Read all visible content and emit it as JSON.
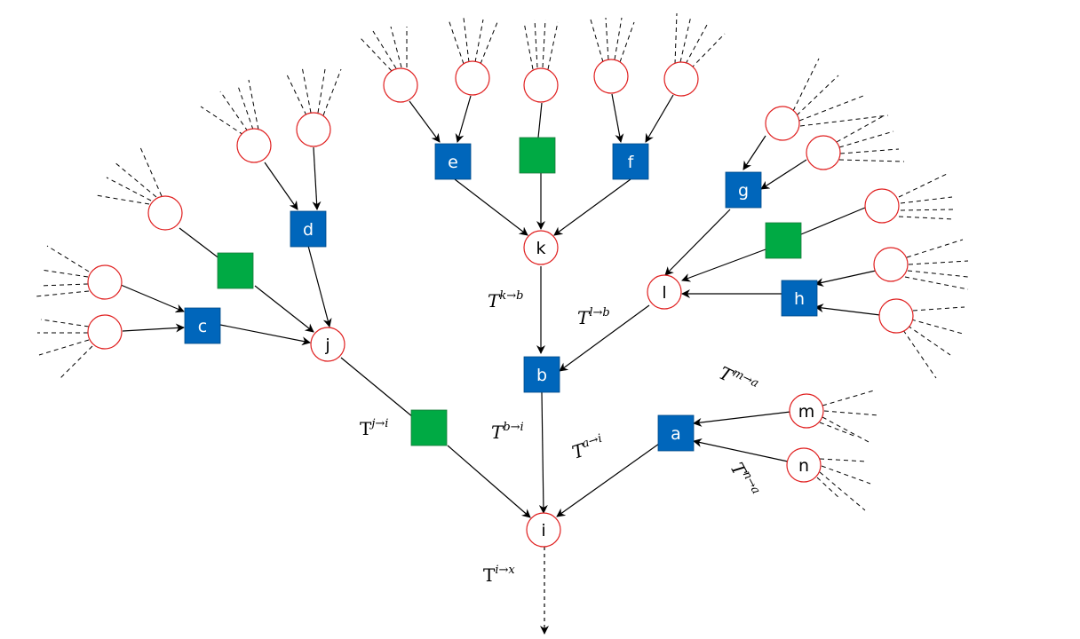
{
  "colors": {
    "circle_stroke": "#e02020",
    "factor_blue": "#0066bb",
    "factor_green": "#00aa44",
    "edge": "#000000"
  },
  "nodes": {
    "i": "i",
    "j": "j",
    "k": "k",
    "l": "l",
    "m": "m",
    "n": "n"
  },
  "factors": {
    "a": "a",
    "b": "b",
    "c": "c",
    "d": "d",
    "e": "e",
    "f": "f",
    "g": "g",
    "h": "h"
  },
  "edge_labels": {
    "k_b": {
      "base": "T",
      "sup": "k→b"
    },
    "l_b": {
      "base": "T",
      "sup": "l→b"
    },
    "b_i": {
      "base": "T",
      "sup": "b→i"
    },
    "j_i": {
      "base": "T",
      "sup": "j→i"
    },
    "a_i": {
      "base": "T",
      "sup": "a→i"
    },
    "m_a": {
      "base": "T",
      "sup": "m→a"
    },
    "n_a": {
      "base": "T",
      "sup": "n→a"
    },
    "i_x": {
      "base": "T",
      "sup": "i→x"
    }
  }
}
